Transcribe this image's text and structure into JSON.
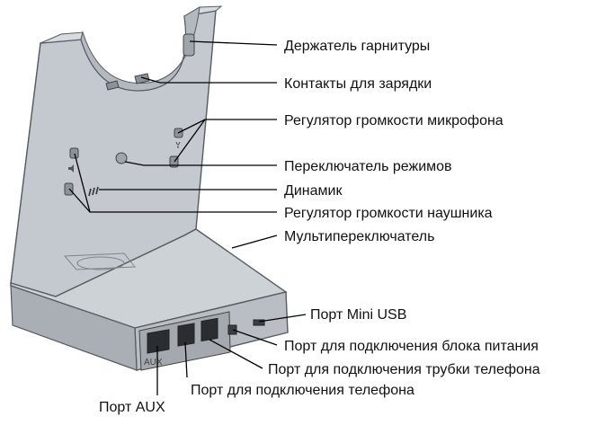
{
  "device": {
    "body_color": "#c3c9cf",
    "edge_color": "#555b61",
    "aux_marking": "AUX"
  },
  "callouts": [
    {
      "id": "headset-holder",
      "label": "Держатель гарнитуры"
    },
    {
      "id": "charging-contacts",
      "label": "Контакты для зарядки"
    },
    {
      "id": "mic-volume",
      "label": "Регулятор громкости микрофона"
    },
    {
      "id": "mode-switch",
      "label": "Переключатель режимов"
    },
    {
      "id": "speaker",
      "label": "Динамик"
    },
    {
      "id": "headphone-volume",
      "label": "Регулятор громкости наушника"
    },
    {
      "id": "multi-switch",
      "label": "Мультипереключатель"
    },
    {
      "id": "mini-usb-port",
      "label": "Порт Mini USB"
    },
    {
      "id": "power-port",
      "label": "Порт для подключения блока питания"
    },
    {
      "id": "handset-port",
      "label": "Порт для подключения трубки телефона"
    },
    {
      "id": "phone-port",
      "label": "Порт для подключения телефона"
    },
    {
      "id": "aux-port",
      "label": "Порт AUX"
    }
  ]
}
